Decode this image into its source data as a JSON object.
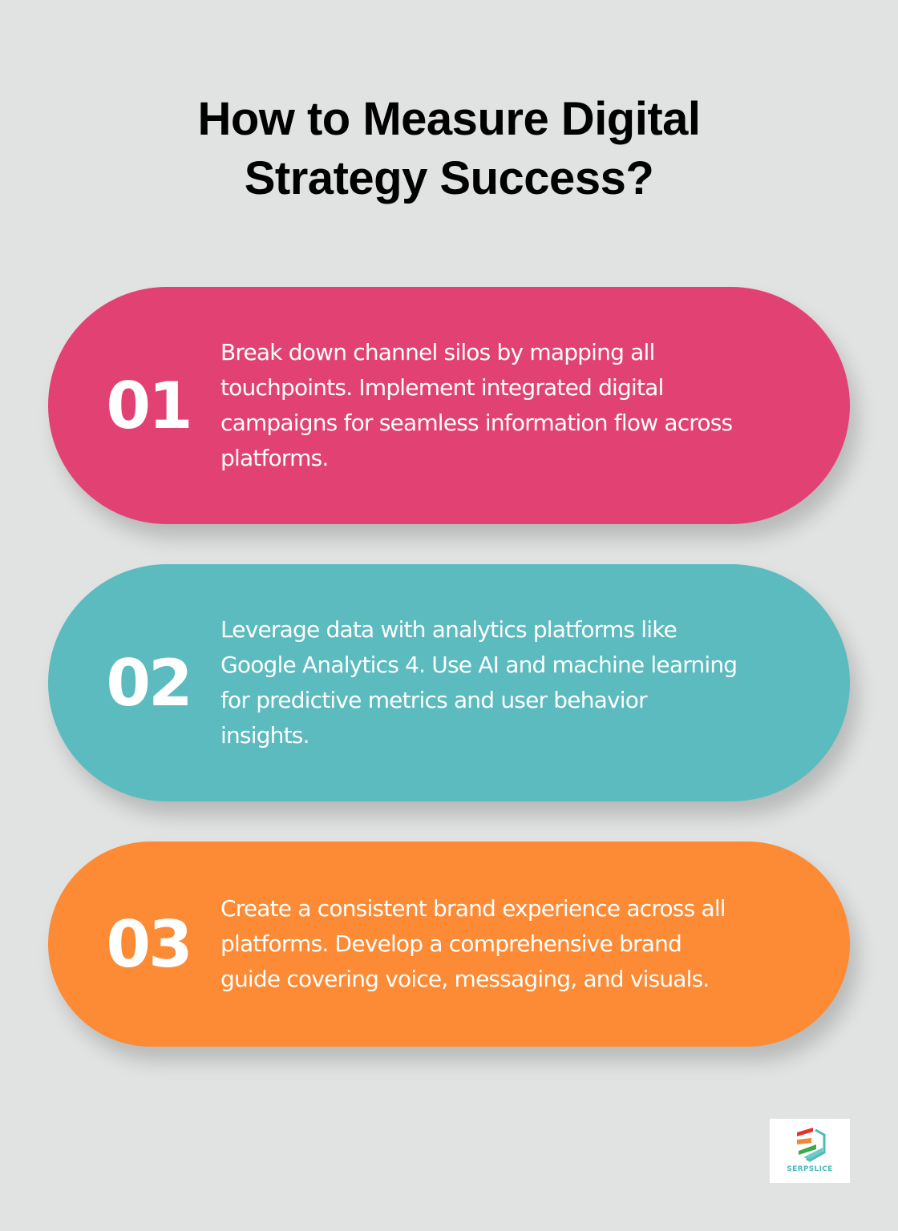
{
  "page": {
    "background": "#e1e3e2",
    "title_line1": "How to Measure Digital",
    "title_line2": "Strategy Success?"
  },
  "steps": [
    {
      "number": "01",
      "color": "#e24273",
      "lines": [
        "Break down channel silos by mapping all",
        "touchpoints. Implement integrated digital",
        "campaigns for seamless information flow across",
        "platforms."
      ]
    },
    {
      "number": "02",
      "color": "#5bbbbe",
      "lines": [
        "Leverage data with analytics platforms like",
        "Google Analytics 4. Use AI and machine learning",
        "for predictive metrics and user behavior",
        "insights."
      ]
    },
    {
      "number": "03",
      "color": "#fd8a34",
      "lines": [
        "Create a consistent brand experience across all",
        "platforms. Develop a comprehensive brand",
        "guide covering voice, messaging, and visuals."
      ]
    }
  ],
  "logo": {
    "text": "SERPSLICE",
    "text_color": "#4bbcbc",
    "stripe_colors": [
      "#e5322d",
      "#f58634",
      "#3bab4a"
    ],
    "hex_color": "#4bbcbc"
  }
}
